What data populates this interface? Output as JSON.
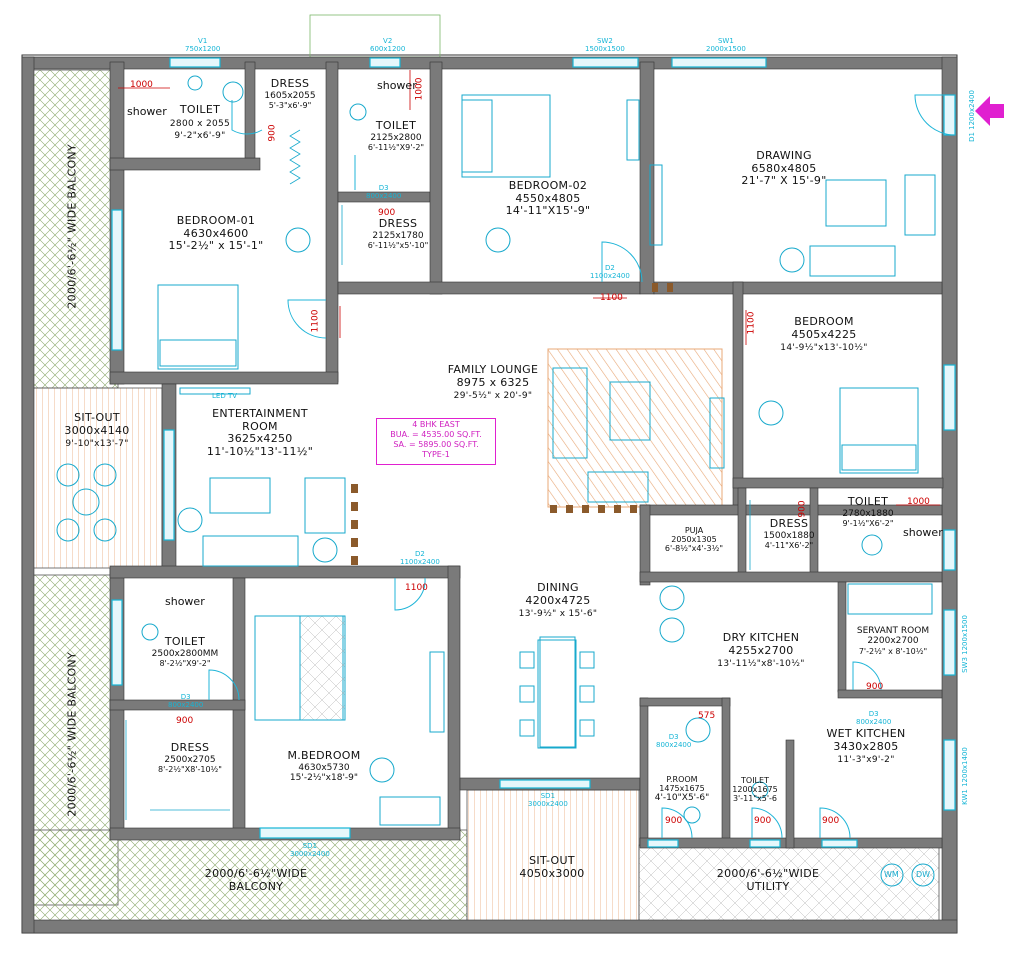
{
  "colors": {
    "wall": "#7a7a7a",
    "line": "#222222",
    "furniture": "#17a9cc",
    "door": "#20b5d8",
    "accent": "#e020d0",
    "wood": "#e8a877",
    "hatch": "#9ab87a"
  },
  "rooms": {
    "toilet1": {
      "name": "TOILET",
      "mm": "2800 x 2055",
      "ft": "9'-2\"x6'-9\""
    },
    "dress1": {
      "name": "DRESS",
      "mm": "1605x2055",
      "ft": "5'-3\"x6'-9\""
    },
    "toilet2": {
      "name": "TOILET",
      "mm": "2125x2800",
      "ft": "6'-11½\"X9'-2\""
    },
    "dress2": {
      "name": "DRESS",
      "mm": "2125x1780",
      "ft": "6'-11½\"x5'-10\""
    },
    "bedroom02": {
      "name": "BEDROOM-02",
      "mm": "4550x4805",
      "ft": "14'-11\"X15'-9\""
    },
    "drawing": {
      "name": "DRAWING",
      "mm": "6580x4805",
      "ft": "21'-7\" X 15'-9\""
    },
    "bedroom01": {
      "name": "BEDROOM-01",
      "mm": "4630x4600",
      "ft": "15'-2½\" x 15'-1\""
    },
    "bedroom": {
      "name": "BEDROOM",
      "mm": "4505x4225",
      "ft": "14'-9½\"x13'-10½\""
    },
    "family": {
      "name": "FAMILY LOUNGE",
      "mm": "8975 x 6325",
      "ft": "29'-5½\" x 20'-9\""
    },
    "entertainment": {
      "name1": "ENTERTAINMENT",
      "name2": "ROOM",
      "mm": "3625x4250",
      "ft": "11'-10½\"13'-11½\""
    },
    "sitout1": {
      "name": "SIT-OUT",
      "mm": "3000x4140",
      "ft": "9'-10\"x13'-7\""
    },
    "puja": {
      "name": "PUJA",
      "mm": "2050x1305",
      "ft": "6'-8½\"x4'-3½\""
    },
    "dress3": {
      "name": "DRESS",
      "mm": "1500x1880",
      "ft": "4'-11\"X6'-2\""
    },
    "toilet3": {
      "name": "TOILET",
      "mm": "2780x1880",
      "ft": "9'-1½\"X6'-2\""
    },
    "dining": {
      "name": "DINING",
      "mm": "4200x4725",
      "ft": "13'-9½\" x 15'-6\""
    },
    "drykitchen": {
      "name": "DRY KITCHEN",
      "mm": "4255x2700",
      "ft": "13'-11½\"x8'-10½\""
    },
    "servant": {
      "name": "SERVANT ROOM",
      "mm": "2200x2700",
      "ft": "7'-2½\" x 8'-10½\""
    },
    "toilet4": {
      "name": "TOILET",
      "mm": "2500x2800MM",
      "ft": "8'-2½\"X9'-2\""
    },
    "dress4": {
      "name": "DRESS",
      "mm": "2500x2705",
      "ft": "8'-2½\"X8'-10½\""
    },
    "mbedroom": {
      "name": "M.BEDROOM",
      "mm": "4630x5730",
      "ft": "15'-2½\"x18'-9\""
    },
    "wetkitchen": {
      "name": "WET KITCHEN",
      "mm": "3430x2805",
      "ft": "11'-3\"x9'-2\""
    },
    "proom": {
      "name": "P.ROOM",
      "mm": "1475x1675",
      "ft": "4'-10\"X5'-6\""
    },
    "toilet5": {
      "name": "TOILET",
      "mm": "1200x1675",
      "ft": "3'-11\"x5'-6"
    },
    "sitout2": {
      "name": "SIT-OUT",
      "mm": "4050x3000"
    },
    "balcony_left_top": {
      "text": "2000/6'-6½\" WIDE BALCONY"
    },
    "balcony_left_bottom": {
      "text": "2000/6'-6½\" WIDE BALCONY"
    },
    "balcony_bottom": {
      "line1": "2000/6'-6½\"WIDE",
      "line2": "BALCONY"
    },
    "utility": {
      "line1": "2000/6'-6½\"WIDE",
      "line2": "UTILITY"
    }
  },
  "note": {
    "line1": "4 BHK EAST",
    "line2": "BUA. = 4535.00 SQ.FT.",
    "line3": "SA. = 5895.00 SQ.FT.",
    "line4": "TYPE-1"
  },
  "fixtures": {
    "shower": "shower",
    "led_tv": "LED TV",
    "wm": "WM",
    "dw": "DW"
  },
  "dims": {
    "d1000": "1000",
    "d900": "900",
    "d1100": "1100",
    "d575": "575"
  },
  "openings": {
    "v1_top": "V1",
    "v1_top_size": "750x1200",
    "v2_top": "V2",
    "v2_top_size": "600x1200",
    "sw2_top": "SW2",
    "sw2_top_size": "1500x1500",
    "sw1_top": "SW1",
    "sw1_top_size": "2000x1500",
    "d2": "D2",
    "d2_size": "1100x2400",
    "d3": "D3",
    "d3_size": "800x2400",
    "d1": "D1",
    "d1_size": "1200x2400",
    "sd1": "SD1",
    "sd1_size": "3000x2400",
    "sw3": "SW3",
    "sw3_size": "1200x1500",
    "kw1": "KW1",
    "kw1_size": "1200x1400"
  }
}
